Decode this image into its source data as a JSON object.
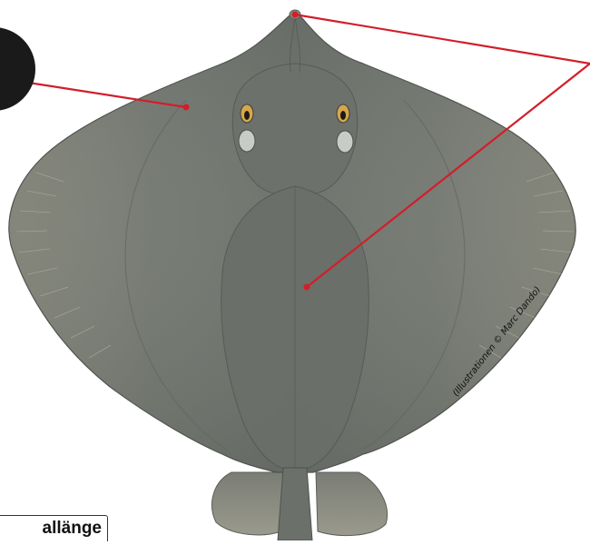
{
  "image": {
    "subject": "Rochen",
    "credit": "(Illustrationen © Marc Dando)",
    "corner_label": "allänge"
  },
  "colors": {
    "body": "#7c8078",
    "body_dark": "#5c615b",
    "fin_edge": "#a9a89a",
    "pointer": "#d11f2a",
    "marker": "#1a1a1a"
  }
}
